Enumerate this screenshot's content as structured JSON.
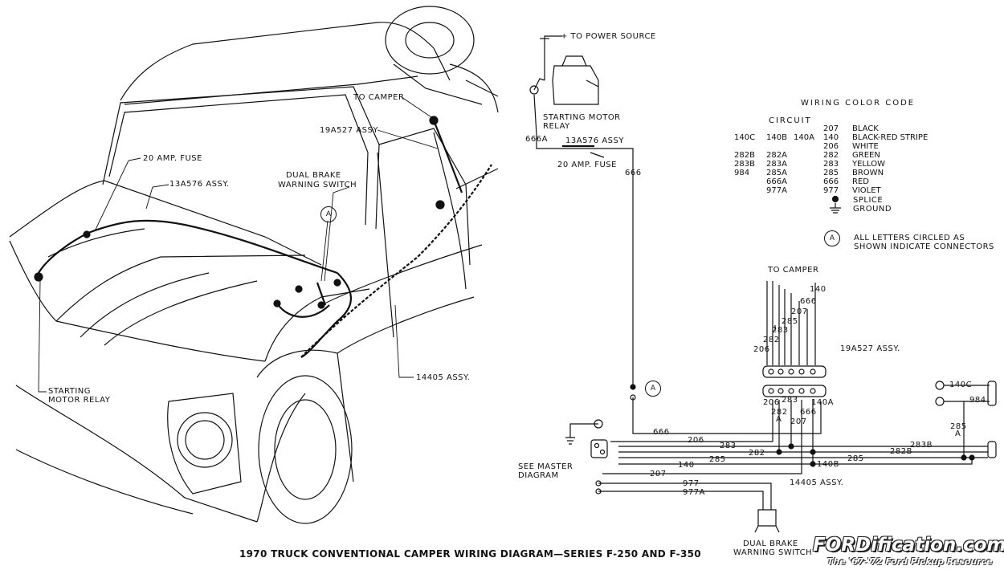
{
  "title": "1970 TRUCK CONVENTIONAL CAMPER WIRING DIAGRAM—SERIES F-250 AND F-350",
  "branding": {
    "site": "FORDification.com",
    "tagline": "The '67-'72 Ford Pickup Resource"
  },
  "truck_labels": {
    "to_camper": "TO CAMPER",
    "assy_19a527": "19A527 ASSY",
    "fuse": "20 AMP. FUSE",
    "assy_13a576": "13A576 ASSY.",
    "dual_brake_1": "DUAL BRAKE",
    "dual_brake_2": "WARNING SWITCH",
    "connector_a": "A",
    "assy_14405": "14405 ASSY.",
    "smr_1": "STARTING",
    "smr_2": "MOTOR RELAY"
  },
  "schematic": {
    "power_source": "+ TO POWER SOURCE",
    "relay_1": "STARTING MOTOR",
    "relay_2": "RELAY",
    "w666a": "666A",
    "assy_13a576": "13A576 ASSY",
    "fuse": "20 AMP. FUSE",
    "w666": "666",
    "connector_a": "A",
    "to_camper": "TO CAMPER",
    "assy_19a527": "19A527 ASSY.",
    "assy_14405": "14405 ASSY.",
    "see_master_1": "SEE MASTER",
    "see_master_2": "DIAGRAM",
    "dual_brake_1": "DUAL BRAKE",
    "dual_brake_2": "WARNING SWITCH",
    "vert_140": "140",
    "vert_666": "666",
    "vert_207": "207",
    "vert_285": "285",
    "vert_283": "283",
    "vert_282": "282",
    "vert_206": "206",
    "low_206": "206",
    "low_283": "283",
    "low_140a": "140A",
    "low_282": "282",
    "low_a": "A",
    "low_207": "207",
    "low_666": "666",
    "h_666": "666",
    "h_206": "206",
    "h_283": "283",
    "h_282": "282",
    "h_285": "285",
    "h_140": "140",
    "h_207": "207",
    "h_977": "977",
    "h_977a": "977A",
    "h_283b": "283B",
    "h_282b": "282B",
    "h_285r": "285",
    "h_140b": "140B",
    "r_140c": "140C",
    "r_984": "984",
    "r_285": "285",
    "r_a": "A"
  },
  "color_code": {
    "heading": "WIRING COLOR CODE",
    "circuit": "CIRCUIT",
    "rows": [
      {
        "c1": "",
        "c2": "",
        "c3": "",
        "num": "207",
        "color": "BLACK"
      },
      {
        "c1": "140C",
        "c2": "140B",
        "c3": "140A",
        "num": "140",
        "color": "BLACK-RED STRIPE"
      },
      {
        "c1": "",
        "c2": "",
        "c3": "",
        "num": "206",
        "color": "WHITE"
      },
      {
        "c1": "282B",
        "c2": "282A",
        "c3": "",
        "num": "282",
        "color": "GREEN"
      },
      {
        "c1": "283B",
        "c2": "283A",
        "c3": "",
        "num": "283",
        "color": "YELLOW"
      },
      {
        "c1": "984",
        "c2": "285A",
        "c3": "",
        "num": "285",
        "color": "BROWN"
      },
      {
        "c1": "",
        "c2": "666A",
        "c3": "",
        "num": "666",
        "color": "RED"
      },
      {
        "c1": "",
        "c2": "977A",
        "c3": "",
        "num": "977",
        "color": "VIOLET"
      }
    ],
    "splice": "SPLICE",
    "ground": "GROUND",
    "legend_letter": "A",
    "legend_1": "ALL LETTERS CIRCLED AS",
    "legend_2": "SHOWN INDICATE CONNECTORS"
  }
}
